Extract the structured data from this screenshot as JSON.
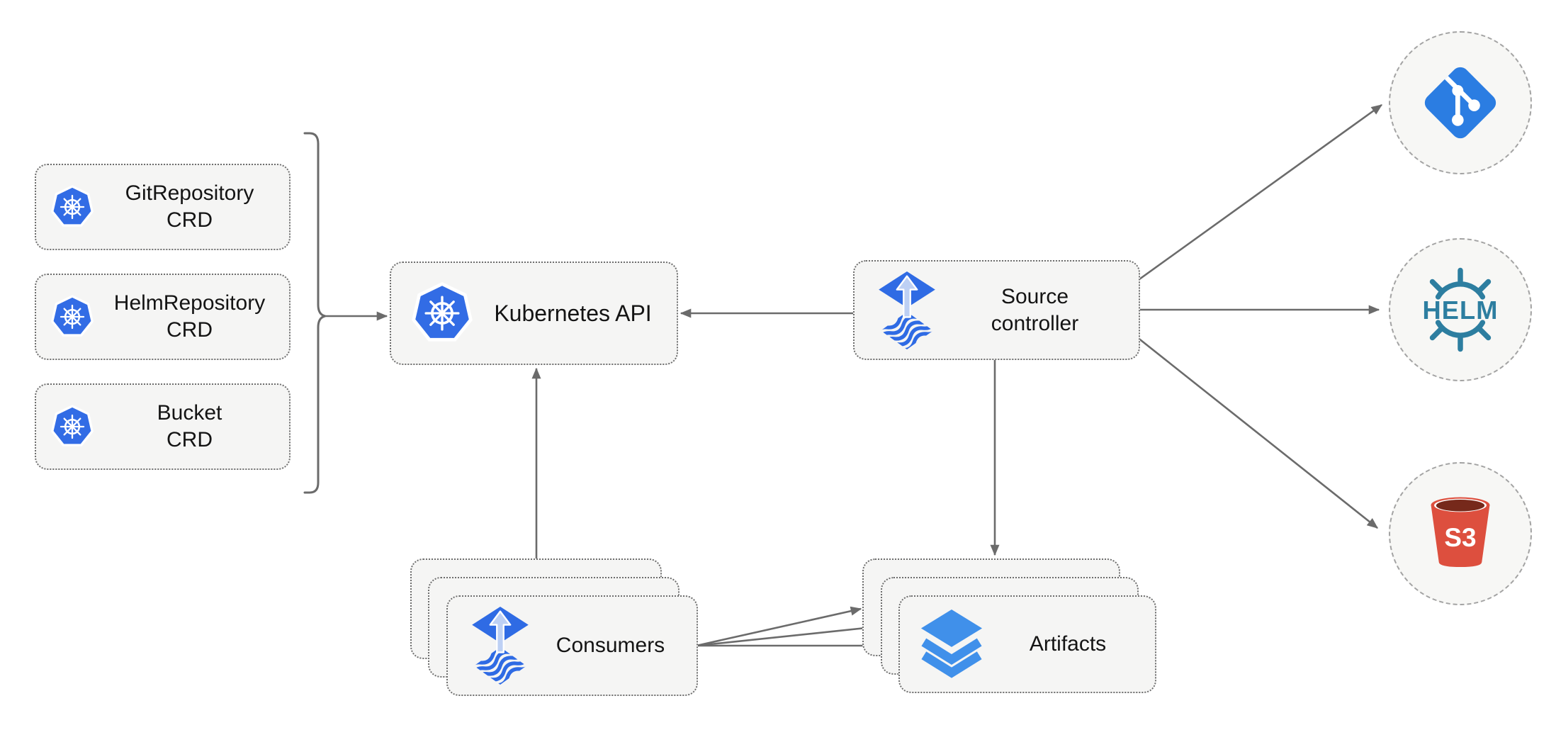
{
  "colors": {
    "kubernetes_blue": "#326ce5",
    "flux_blue": "#2f6be4",
    "flux_arrow_light": "#bdd0f4",
    "git_blue": "#2b7de2",
    "helm_teal": "#2d7ea0",
    "s3_red": "#dd4f3e",
    "s3_dark": "#76291b",
    "artifact_blue": "#4090ea",
    "arrow_gray": "#6b6b6b",
    "node_fill": "#f5f5f4",
    "node_border": "#6e6e6e",
    "circle_fill": "#f7f7f5",
    "circle_border": "#a3a3a3",
    "text_color": "#141414"
  },
  "icons": {
    "crd_boxes": "kubernetes-icon",
    "kubernetes_api": "kubernetes-icon",
    "source_controller": "flux-icon",
    "consumers": "flux-icon",
    "artifacts": "layers-icon",
    "git": "git-icon",
    "helm": "helm-wheel-icon",
    "s3": "s3-bucket-icon"
  },
  "nodes": {
    "git_repository_crd": {
      "line1": "GitRepository",
      "line2": "CRD"
    },
    "helm_repository_crd": {
      "line1": "HelmRepository",
      "line2": "CRD"
    },
    "bucket_crd": {
      "line1": "Bucket",
      "line2": "CRD"
    },
    "kubernetes_api": {
      "label": "Kubernetes API"
    },
    "source_controller": {
      "line1": "Source",
      "line2": "controller"
    },
    "consumers": {
      "label": "Consumers"
    },
    "artifacts": {
      "label": "Artifacts"
    }
  },
  "external_systems": {
    "helm": {
      "label": "HELM"
    },
    "s3": {
      "label": "S3"
    }
  }
}
